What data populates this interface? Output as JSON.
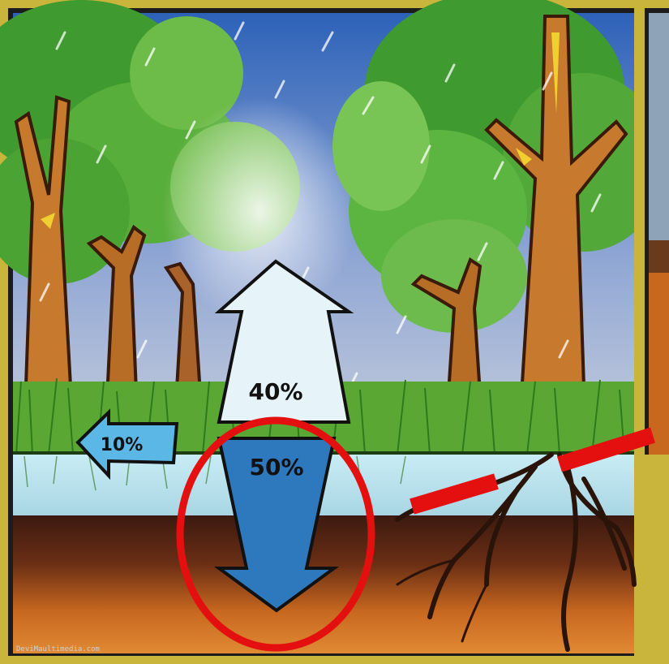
{
  "diagram": {
    "labels": {
      "evaporation": "40%",
      "infiltration": "50%",
      "runoff": "10%"
    },
    "credit": "DeviMaultimedia.com"
  },
  "colors": {
    "frame": "#c9b43c",
    "sky_top": "#2d62b8",
    "sky_bottom": "#b9c6e0",
    "foliage": "#3e9a2e",
    "trunk": "#c77a2e",
    "grass": "#4a9b2a",
    "water_layer": "#bfe3ec",
    "topsoil": "#4a2416",
    "subsoil": "#d27a2a",
    "arrow_up": "#e4f3fa",
    "arrow_down": "#2e78be",
    "arrow_left": "#5bb7e6",
    "highlight": "#e41010"
  }
}
